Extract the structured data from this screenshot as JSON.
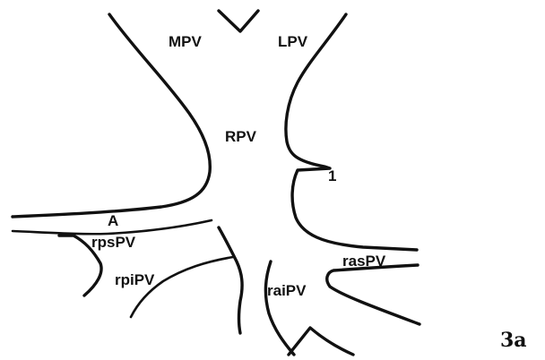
{
  "labels": {
    "mpv": "MPV",
    "lpv": "LPV",
    "rpv": "RPV",
    "marker_1": "1",
    "marker_a": "A",
    "rpspv": "rpsPV",
    "rpipv": "rpiPV",
    "raipv": "raiPV",
    "raspv": "rasPV"
  },
  "figure_label": "3a",
  "colors": {
    "ink": "#111111",
    "background": "#ffffff"
  }
}
